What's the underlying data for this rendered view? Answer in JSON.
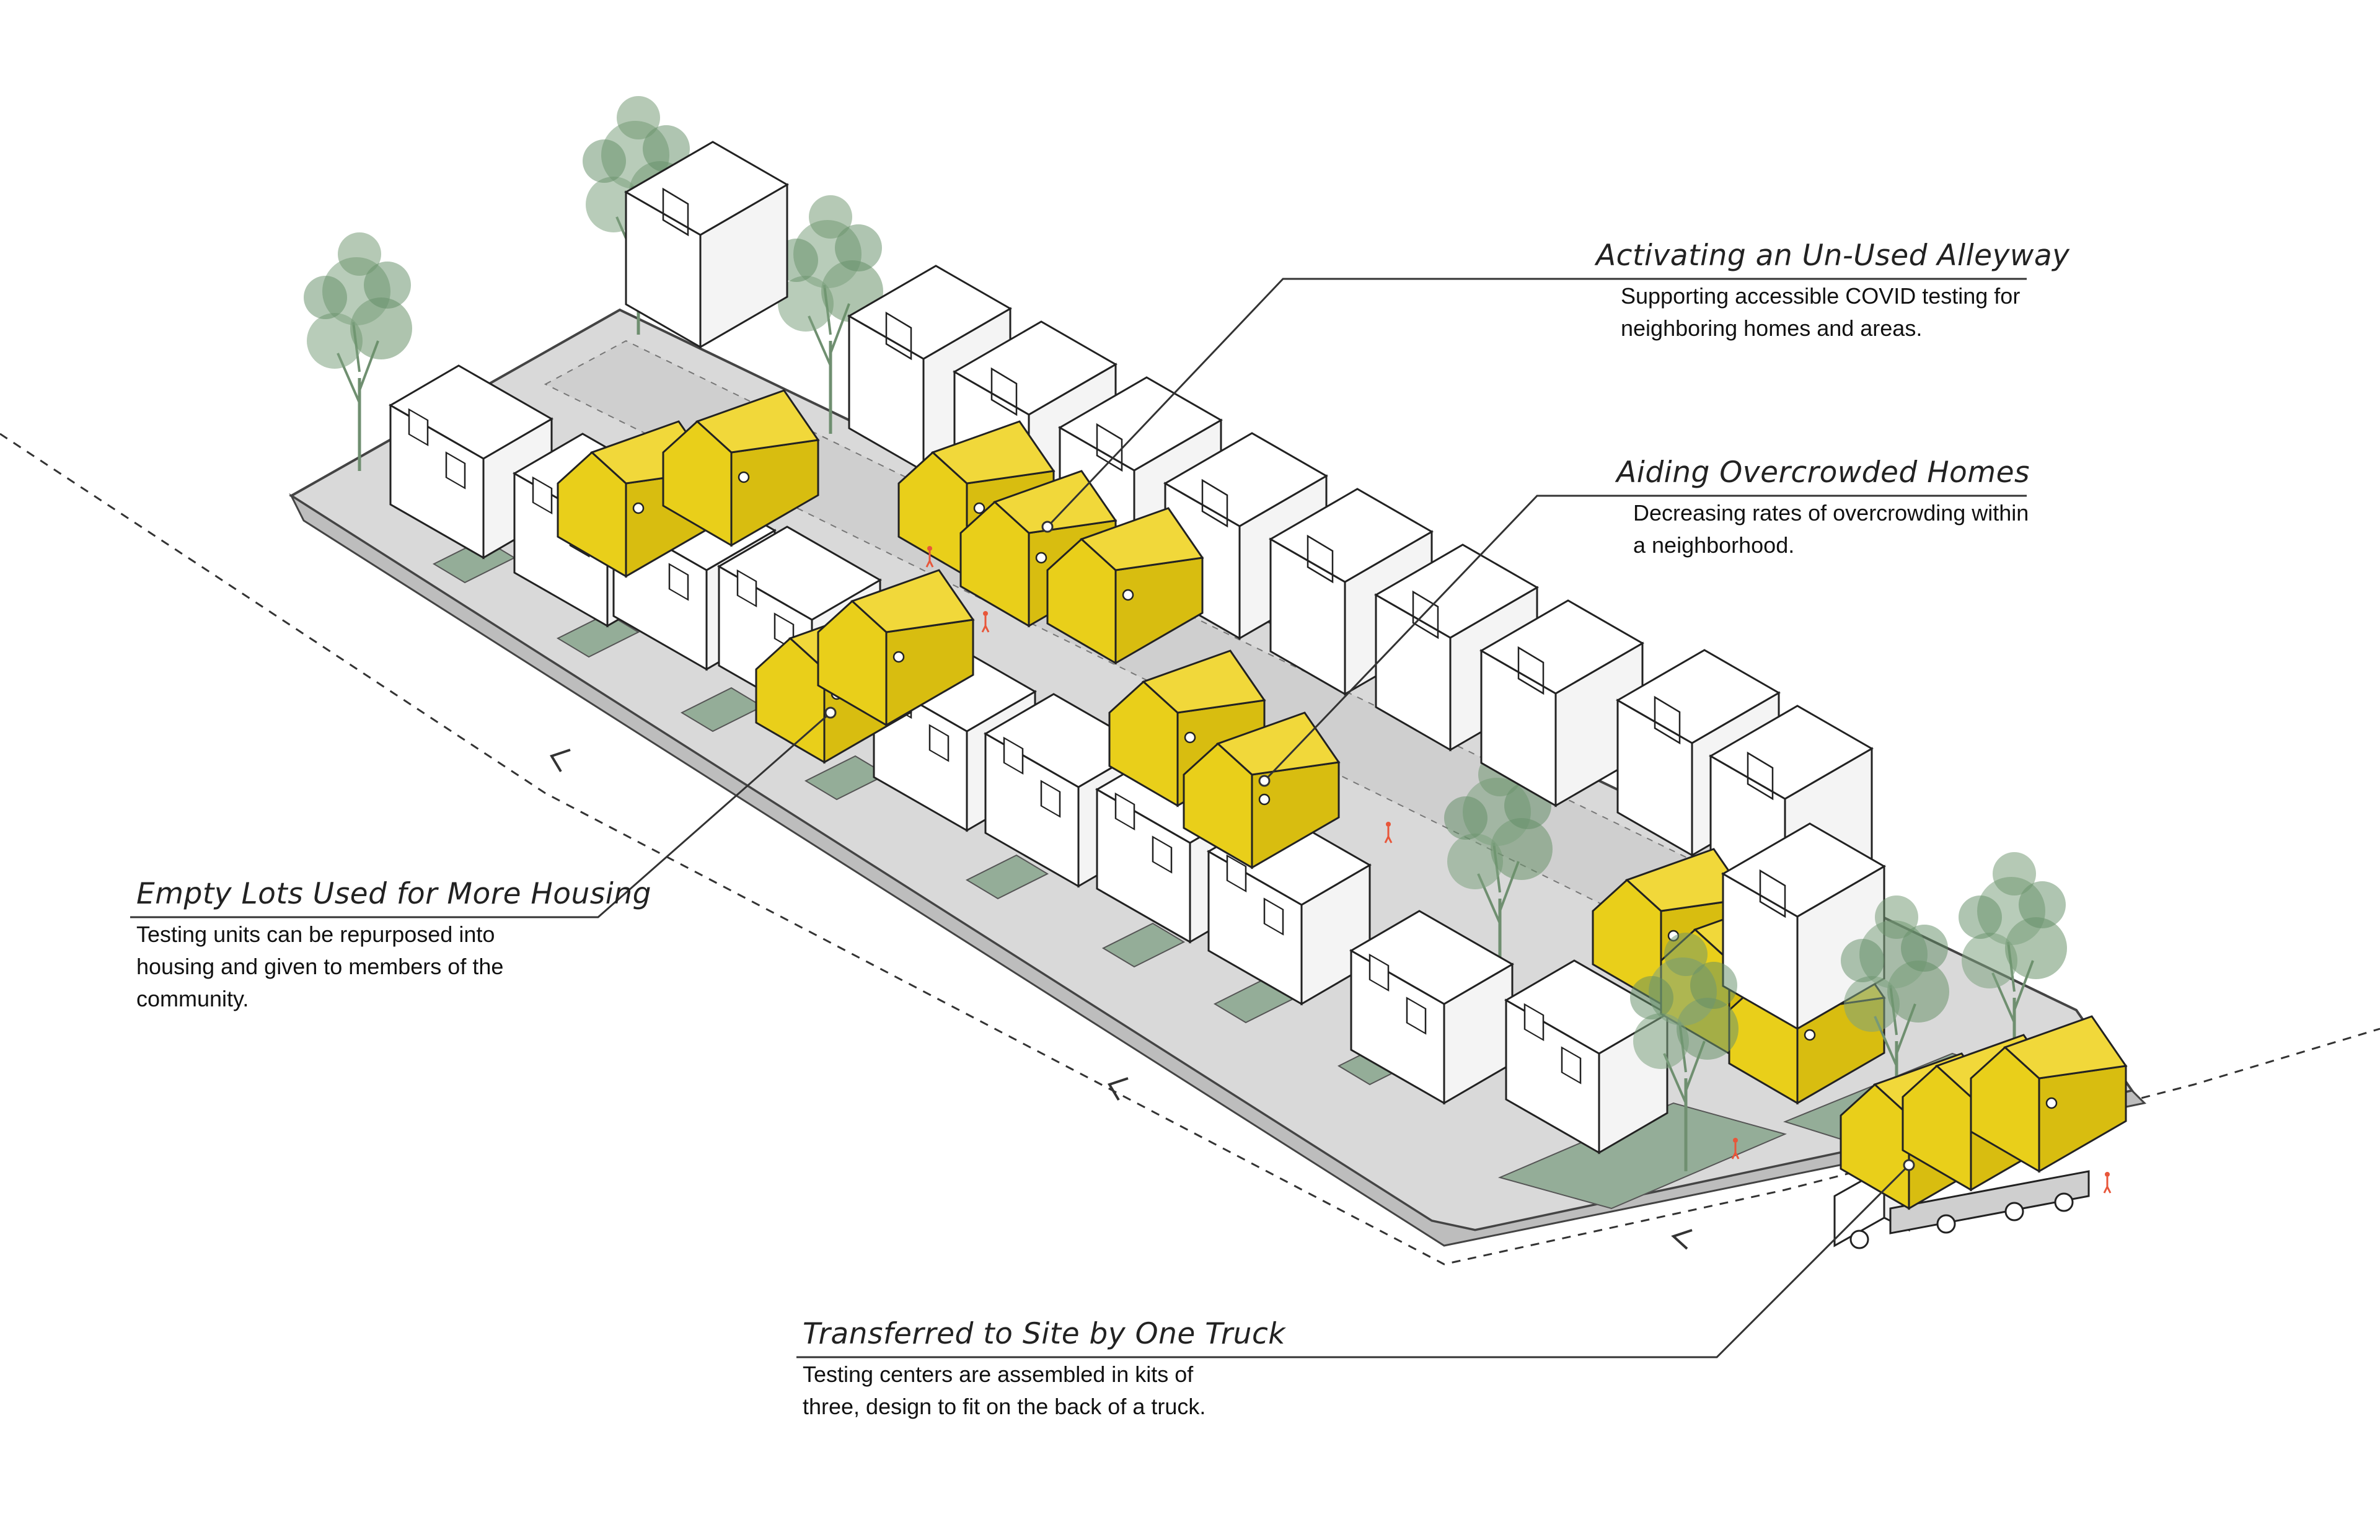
{
  "palette": {
    "background": "#ffffff",
    "ground": "#d9d9d9",
    "lawn": "#94ad98",
    "house_fill": "#ffffff",
    "outline": "#222222",
    "testing_unit": "#e9cf1a",
    "tree": "#5f8c63",
    "figure": "#e8563a"
  },
  "icons": [
    "tree-icon",
    "house-icon",
    "testing-unit-icon",
    "truck-icon",
    "person-icon",
    "direction-arrow-icon"
  ],
  "annotations": {
    "alleyway": {
      "title": "Activating an Un-Used Alleyway",
      "desc_line1": "Supporting accessible COVID testing for",
      "desc_line2": "neighboring homes and areas."
    },
    "overcrowded": {
      "title": "Aiding Overcrowded Homes",
      "desc_line1": "Decreasing rates of overcrowding within",
      "desc_line2": "a neighborhood."
    },
    "empty_lots": {
      "title": "Empty Lots Used for More Housing",
      "desc_line1": "Testing units can be repurposed into",
      "desc_line2": "housing and given to members of the",
      "desc_line3": "community."
    },
    "truck": {
      "title": "Transferred to Site by One Truck",
      "desc_line1": "Testing centers are assembled in kits of",
      "desc_line2": "three, design to fit on the back of a truck."
    }
  }
}
